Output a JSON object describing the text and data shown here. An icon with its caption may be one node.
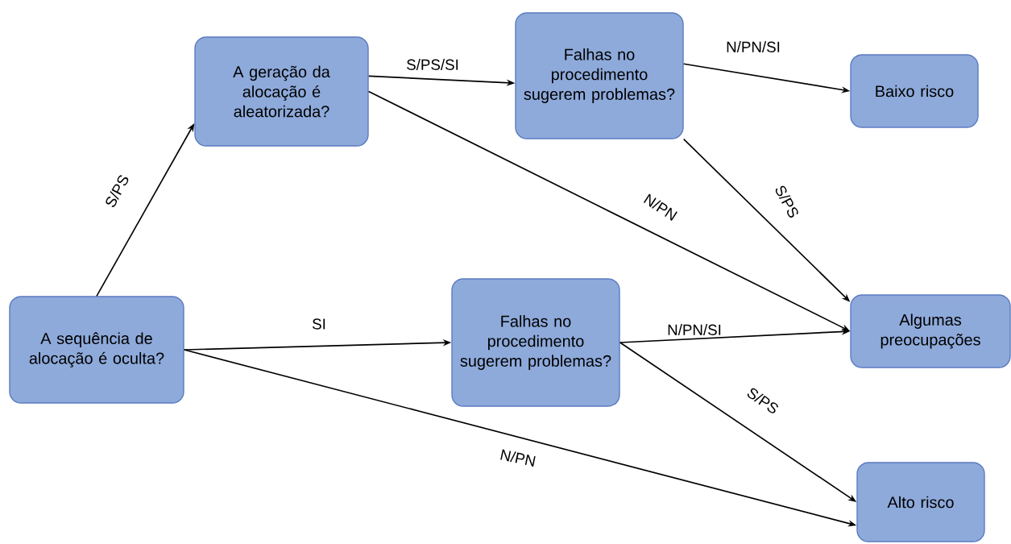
{
  "diagram": {
    "nodes": [
      {
        "text": [
          "A sequência de alocação é oculta?"
        ]
      },
      {
        "text": [
          "A geração da alocação é aleatorizada?"
        ]
      },
      {
        "text": [
          "Falhas no procedimento sugerem problemas?"
        ]
      },
      {
        "text": [
          "Baixo risco"
        ]
      },
      {
        "text": [
          "Falhas no procedimento sugerem problemas?"
        ]
      },
      {
        "text": [
          "Algumas preocupações"
        ]
      },
      {
        "text": [
          "Alto risco"
        ]
      }
    ],
    "edges": [
      {
        "from": 0,
        "to": 1,
        "arrow": "to",
        "label": "S/PS"
      },
      {
        "from": 1,
        "to": 2,
        "arrow": "to",
        "label": "S/PS/SI"
      },
      {
        "from": 1,
        "to": 5,
        "arrow": "to",
        "label": "N/PN"
      },
      {
        "from": 2,
        "to": 3,
        "arrow": "to",
        "label": "N/PN/SI"
      },
      {
        "from": 2,
        "to": 5,
        "arrow": "to",
        "label": "S/PS"
      },
      {
        "from": 0,
        "to": 4,
        "arrow": "to",
        "label": "SI"
      },
      {
        "from": 0,
        "to": 6,
        "arrow": "to",
        "label": "N/PN"
      },
      {
        "from": 4,
        "to": 5,
        "arrow": "to",
        "label": "N/PN/SI"
      },
      {
        "from": 4,
        "to": 6,
        "arrow": "to",
        "label": "S/PS"
      }
    ]
  }
}
